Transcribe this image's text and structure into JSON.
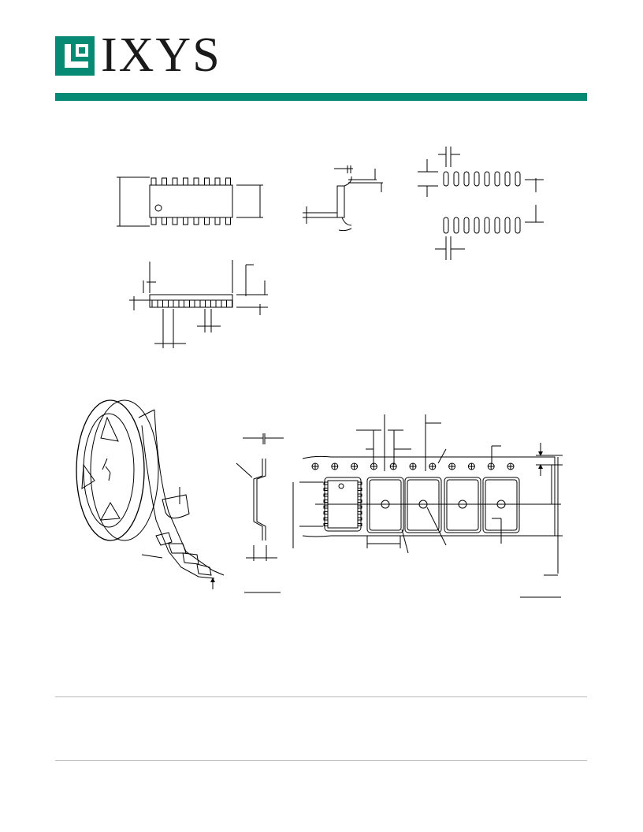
{
  "header": {
    "brand_name": "IXYS",
    "brand_color": "#078a74"
  },
  "figures": [
    {
      "name": "soic-16-package-top-view"
    },
    {
      "name": "soic-16-package-side-view"
    },
    {
      "name": "soic-16-lead-profile-view"
    },
    {
      "name": "recommended-pcb-land-pattern"
    },
    {
      "name": "tape-reel"
    },
    {
      "name": "carrier-tape-cross-section"
    },
    {
      "name": "embossed-carrier-tape"
    }
  ]
}
